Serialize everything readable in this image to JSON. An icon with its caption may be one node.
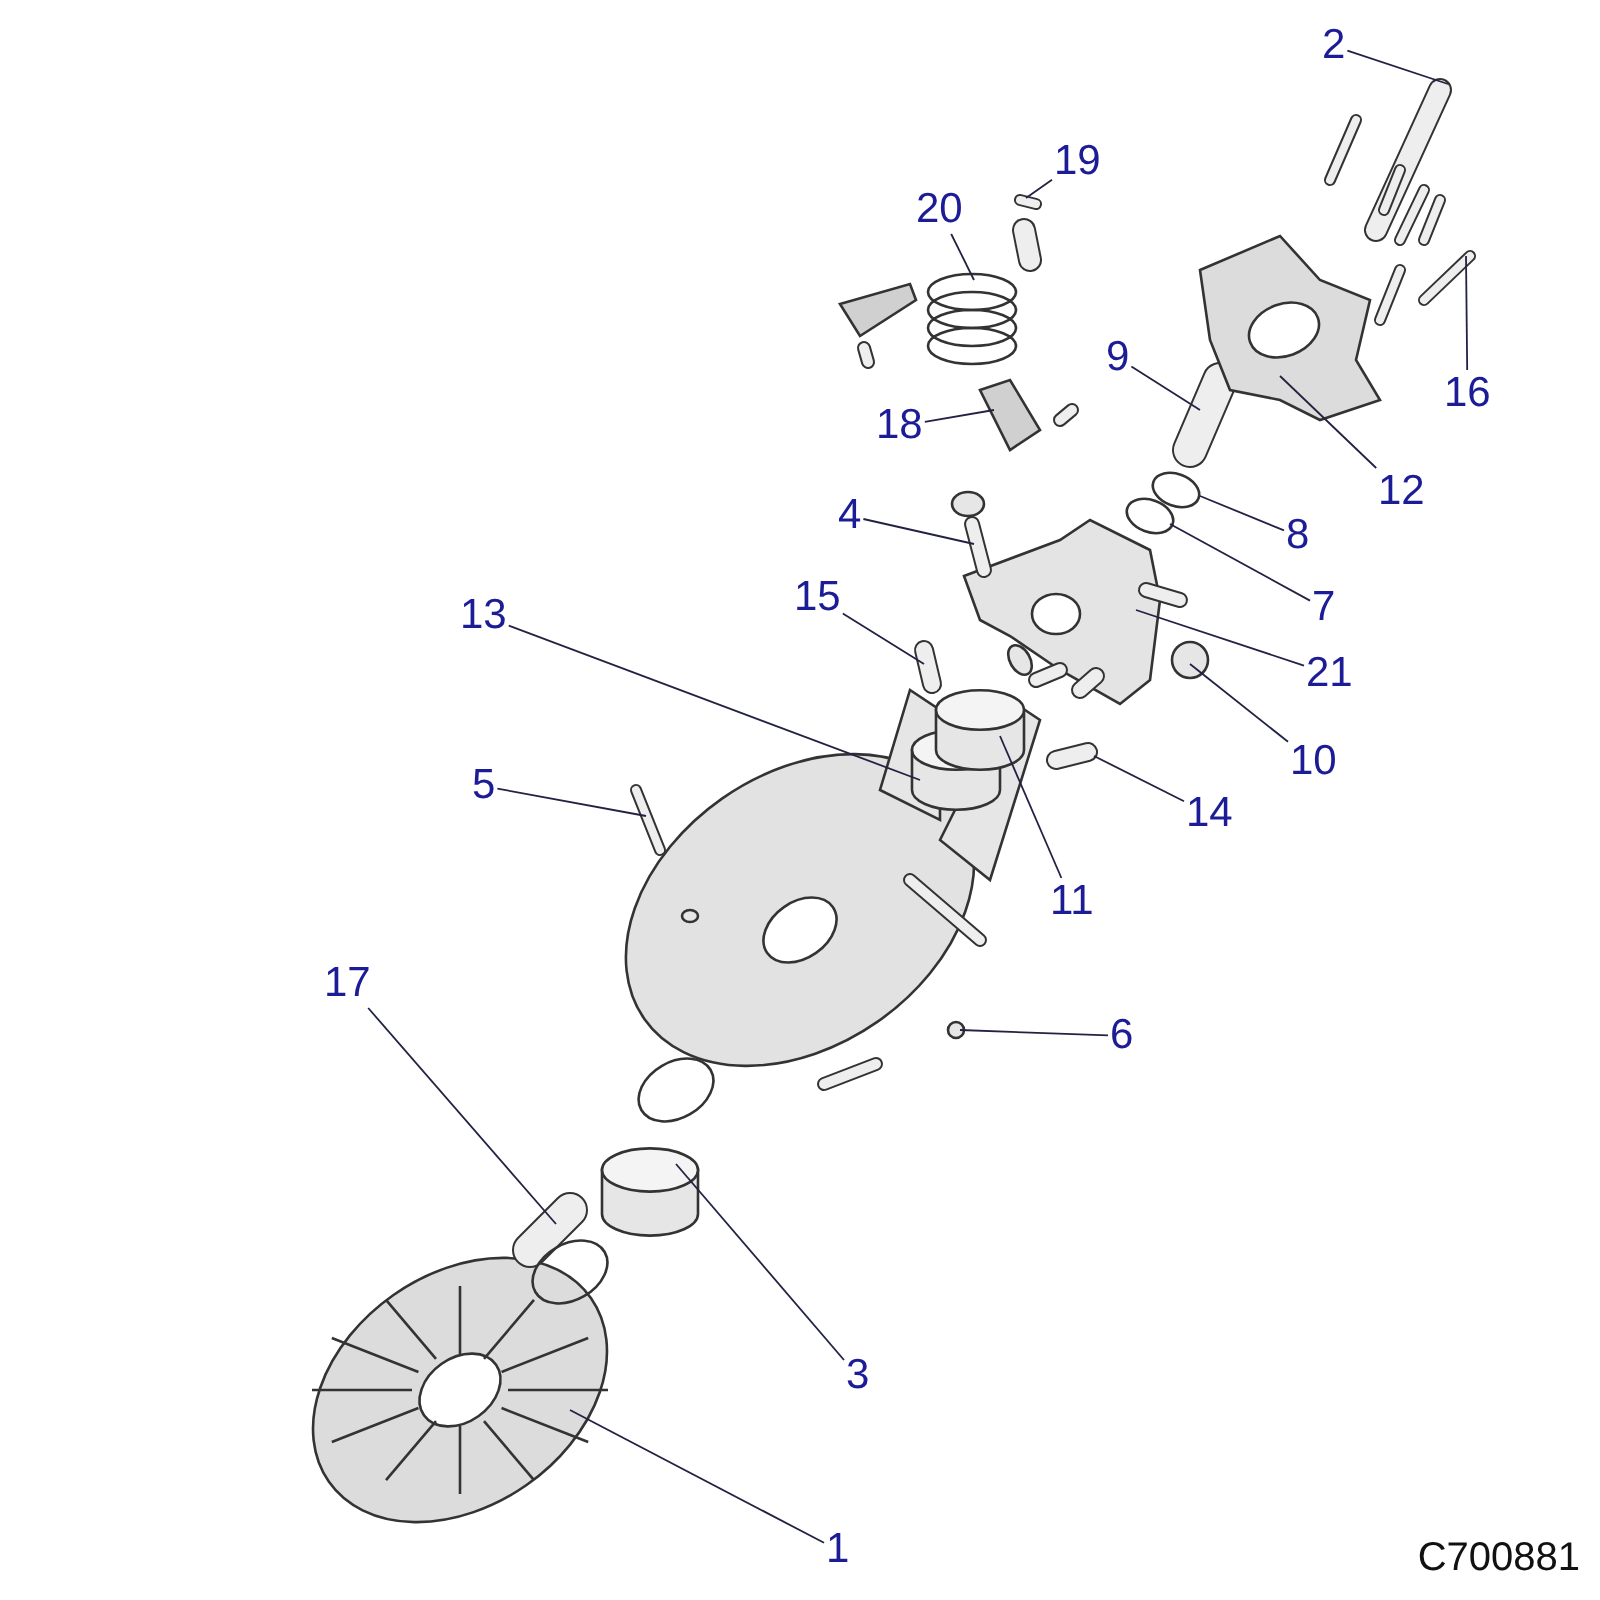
{
  "diagram": {
    "nodes": [
      {
        "text": [
          "2"
        ]
      },
      {
        "text": [
          "19"
        ]
      },
      {
        "text": [
          "20"
        ]
      },
      {
        "text": [
          "9"
        ]
      },
      {
        "text": [
          "18"
        ]
      },
      {
        "text": [
          "16"
        ]
      },
      {
        "text": [
          "12"
        ]
      },
      {
        "text": [
          "8"
        ]
      },
      {
        "text": [
          "4"
        ]
      },
      {
        "text": [
          "15"
        ]
      },
      {
        "text": [
          "7"
        ]
      },
      {
        "text": [
          "13"
        ]
      },
      {
        "text": [
          "21"
        ]
      },
      {
        "text": [
          "10"
        ]
      },
      {
        "text": [
          "5"
        ]
      },
      {
        "text": [
          "11"
        ]
      },
      {
        "text": [
          "14"
        ]
      },
      {
        "text": [
          "17"
        ]
      },
      {
        "text": [
          "6"
        ]
      },
      {
        "text": [
          "3"
        ]
      },
      {
        "text": [
          "1"
        ]
      }
    ],
    "edges": [
      {
        "from": 0,
        "to": null,
        "arrow": "none"
      },
      {
        "from": 1,
        "to": null,
        "arrow": "none"
      },
      {
        "from": 2,
        "to": null,
        "arrow": "none"
      },
      {
        "from": 3,
        "to": null,
        "arrow": "none"
      },
      {
        "from": 4,
        "to": null,
        "arrow": "none"
      },
      {
        "from": 5,
        "to": null,
        "arrow": "none"
      },
      {
        "from": 6,
        "to": null,
        "arrow": "none"
      },
      {
        "from": 7,
        "to": null,
        "arrow": "none"
      },
      {
        "from": 8,
        "to": null,
        "arrow": "none"
      },
      {
        "from": 9,
        "to": null,
        "arrow": "none"
      },
      {
        "from": 10,
        "to": null,
        "arrow": "none"
      },
      {
        "from": 11,
        "to": null,
        "arrow": "none"
      },
      {
        "from": 12,
        "to": null,
        "arrow": "none"
      },
      {
        "from": 13,
        "to": null,
        "arrow": "none"
      },
      {
        "from": 14,
        "to": null,
        "arrow": "none"
      },
      {
        "from": 15,
        "to": null,
        "arrow": "none"
      },
      {
        "from": 16,
        "to": null,
        "arrow": "none"
      },
      {
        "from": 17,
        "to": null,
        "arrow": "none"
      },
      {
        "from": 18,
        "to": null,
        "arrow": "none"
      },
      {
        "from": 19,
        "to": null,
        "arrow": "none"
      },
      {
        "from": 20,
        "to": null,
        "arrow": "none"
      }
    ],
    "labels": [
      "C700881"
    ]
  }
}
